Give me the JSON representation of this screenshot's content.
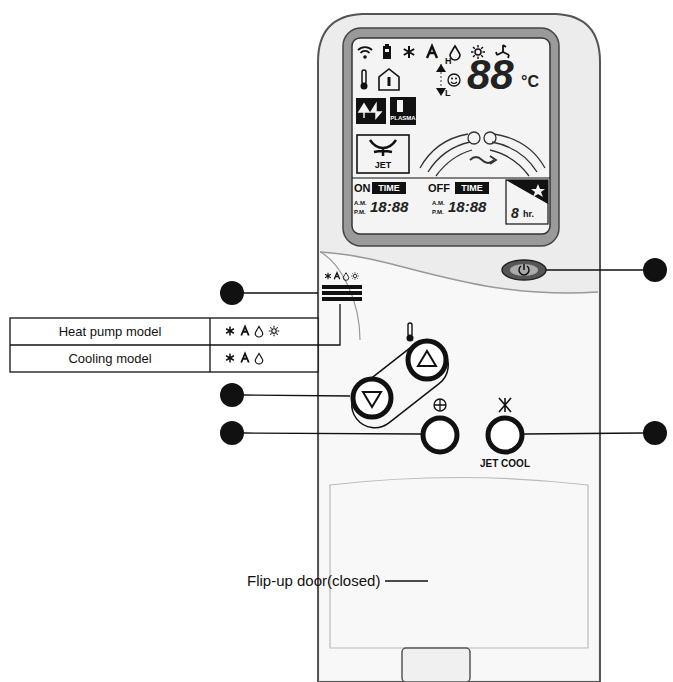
{
  "diagram": {
    "labels": [
      "88",
      "°C",
      "H",
      "L",
      "PLASMA",
      "JET",
      "ON",
      "TIME",
      "OFF",
      "TIME",
      "A.M.",
      "P.M.",
      "18:88",
      "A.M.",
      "P.M.",
      "18:88",
      "8",
      "hr.",
      "Heat pump model",
      "Cooling model",
      "JET COOL",
      "Flip-up door(closed)"
    ]
  }
}
